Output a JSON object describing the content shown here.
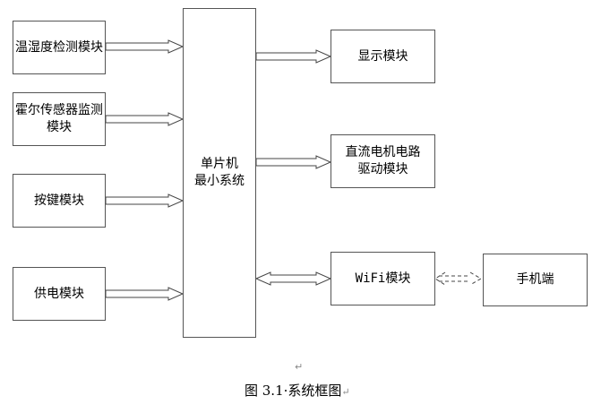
{
  "diagram": {
    "inputs": [
      {
        "id": "temp-humidity",
        "lines": [
          "温湿度检测模块"
        ]
      },
      {
        "id": "hall-sensor",
        "lines": [
          "霍尔传感器监测",
          "模块"
        ]
      },
      {
        "id": "keypad",
        "lines": [
          "按键模块"
        ]
      },
      {
        "id": "power",
        "lines": [
          "供电模块"
        ]
      }
    ],
    "center": {
      "lines": [
        "单片机",
        "最小系统"
      ]
    },
    "outputs": [
      {
        "id": "display",
        "lines": [
          "显示模块"
        ]
      },
      {
        "id": "dc-motor",
        "lines": [
          "直流电机电路",
          "驱动模块"
        ]
      },
      {
        "id": "wifi",
        "lines": [
          "WiFi模块"
        ]
      }
    ],
    "remote": {
      "lines": [
        "手机端"
      ]
    },
    "connections": [
      {
        "from": "温湿度检测模块",
        "to": "单片机最小系统",
        "type": "one-way"
      },
      {
        "from": "霍尔传感器监测模块",
        "to": "单片机最小系统",
        "type": "one-way"
      },
      {
        "from": "按键模块",
        "to": "单片机最小系统",
        "type": "one-way"
      },
      {
        "from": "供电模块",
        "to": "单片机最小系统",
        "type": "one-way"
      },
      {
        "from": "单片机最小系统",
        "to": "显示模块",
        "type": "one-way"
      },
      {
        "from": "单片机最小系统",
        "to": "直流电机电路驱动模块",
        "type": "one-way"
      },
      {
        "from": "单片机最小系统",
        "to": "WiFi模块",
        "type": "two-way"
      },
      {
        "from": "WiFi模块",
        "to": "手机端",
        "type": "two-way-wireless-dashed"
      }
    ]
  },
  "caption": {
    "text": "图 3.1·系统框图",
    "paragraph_mark": "↵"
  }
}
